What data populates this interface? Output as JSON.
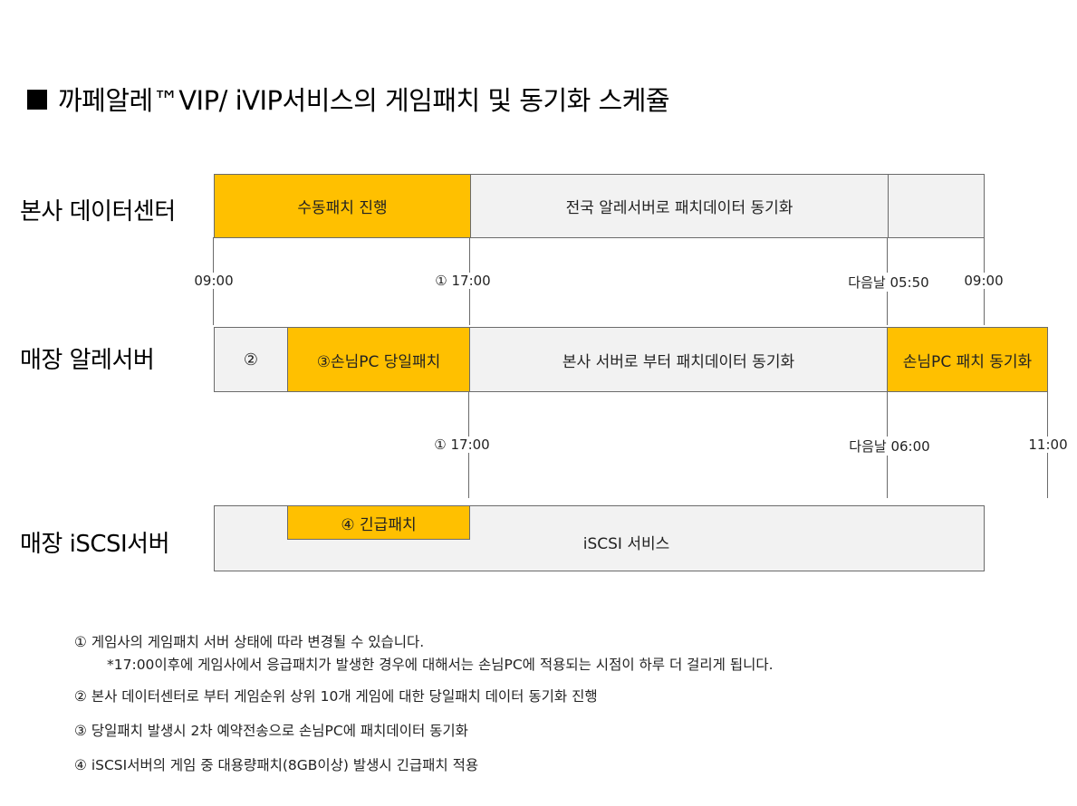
{
  "title": {
    "marker": "■",
    "text": "까페알레™VIP/ iVIP서비스의 게임패치 및 동기화 스케쥴"
  },
  "rows": [
    {
      "label": "본사 데이터센터",
      "segments": [
        {
          "label": "수동패치 진행",
          "color": "#ffc000",
          "start": "09:00",
          "end": "17:00"
        },
        {
          "label": "전국 알레서버로 패치데이터 동기화",
          "color": "#f2f2f2",
          "start": "17:00",
          "end": "다음날 05:50"
        },
        {
          "label": "",
          "color": "#f2f2f2",
          "start": "다음날 05:50",
          "end": "09:00"
        }
      ],
      "ticks": [
        "09:00",
        "① 17:00",
        "다음날 05:50",
        "09:00"
      ]
    },
    {
      "label": "매장 알레서버",
      "segments": [
        {
          "label": "②",
          "color": "#f2f2f2"
        },
        {
          "label": "③손님PC 당일패치",
          "color": "#ffc000",
          "end": "17:00"
        },
        {
          "label": "본사 서버로 부터 패치데이터 동기화",
          "color": "#f2f2f2",
          "start": "17:00",
          "end": "다음날 06:00"
        },
        {
          "label": "손님PC 패치 동기화",
          "color": "#ffc000",
          "start": "다음날 06:00",
          "end": "11:00"
        }
      ],
      "ticks": [
        "① 17:00",
        "다음날 06:00",
        "11:00"
      ]
    },
    {
      "label": "매장 iSCSI서버",
      "segments": [
        {
          "label": "iSCSI 서비스",
          "color": "#f2f2f2"
        },
        {
          "label": "④ 긴급패치",
          "color": "#ffc000"
        }
      ]
    }
  ],
  "notes": [
    "① 게임사의 게임패치 서버 상태에 따라 변경될 수 있습니다.",
    "*17:00이후에 게임사에서 응급패치가 발생한 경우에 대해서는 손님PC에 적용되는 시점이 하루 더 걸리게 됩니다.",
    "② 본사 데이터센터로 부터 게임순위 상위 10개 게임에 대한 당일패치 데이터 동기화 진행",
    "③ 당일패치 발생시 2차 예약전송으로 손님PC에 패치데이터 동기화",
    "④ iSCSI서버의 게임 중 대용량패치(8GB이상) 발생시 긴급패치 적용"
  ],
  "colors": {
    "highlight": "#ffc000",
    "neutral": "#f2f2f2",
    "border": "#6b6b6b"
  }
}
